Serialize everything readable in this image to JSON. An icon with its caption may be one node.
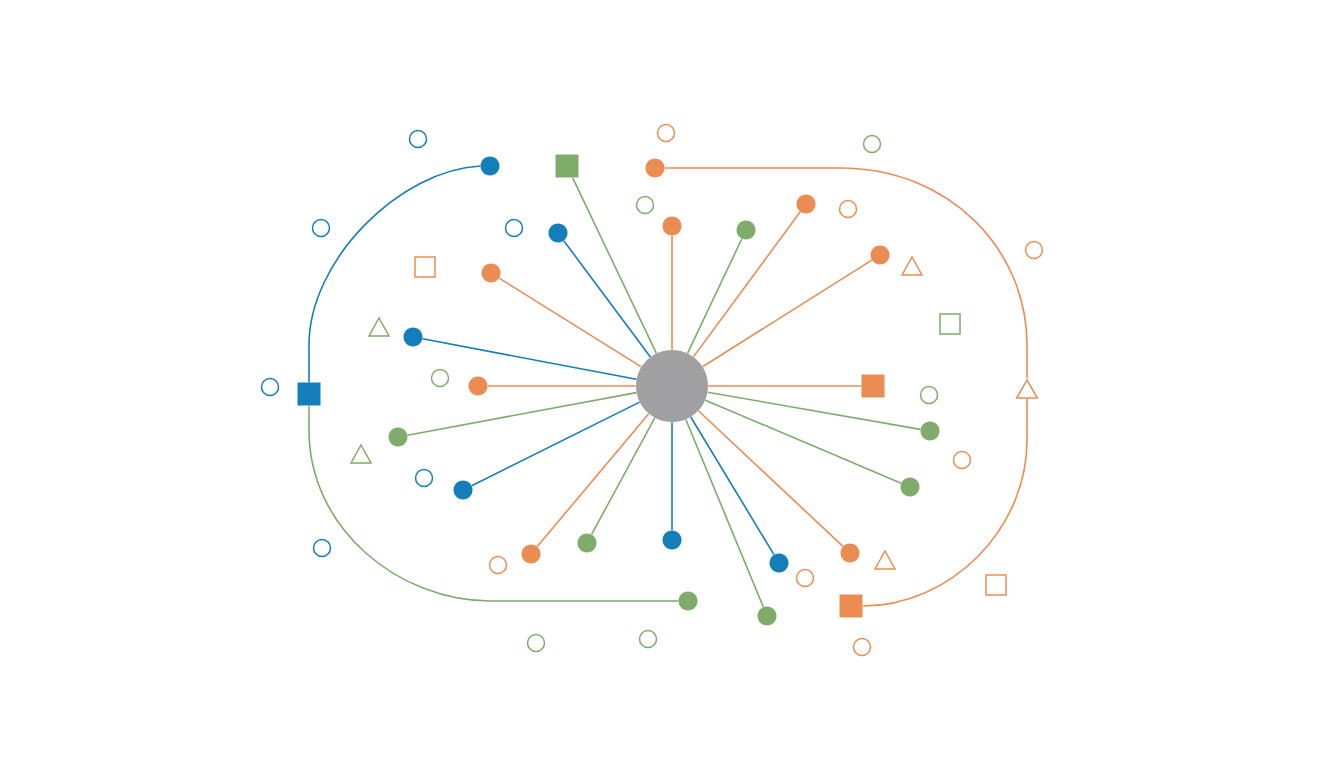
{
  "diagram": {
    "nodes": [
      {
        "text": [],
        "shape": "circle"
      },
      {
        "text": [],
        "shape": "circle"
      },
      {
        "text": [],
        "shape": "box"
      },
      {
        "text": [],
        "shape": "circle"
      },
      {
        "text": [],
        "shape": "box"
      },
      {
        "text": [],
        "shape": "circle"
      },
      {
        "text": [],
        "shape": "triangle"
      },
      {
        "text": [],
        "shape": "box"
      },
      {
        "text": [],
        "shape": "circle"
      },
      {
        "text": [],
        "shape": "circle"
      },
      {
        "text": [],
        "shape": "circle"
      },
      {
        "text": [],
        "shape": "circle"
      },
      {
        "text": [],
        "shape": "circle"
      },
      {
        "text": [],
        "shape": "circle"
      },
      {
        "text": [],
        "shape": "circle"
      },
      {
        "text": [],
        "shape": "circle"
      },
      {
        "text": [],
        "shape": "circle"
      },
      {
        "text": [],
        "shape": "circle"
      },
      {
        "text": [],
        "shape": "circle"
      },
      {
        "text": [],
        "shape": "circle"
      },
      {
        "text": [],
        "shape": "circle"
      },
      {
        "text": [],
        "shape": "circle"
      },
      {
        "text": [],
        "shape": "box"
      },
      {
        "text": [],
        "shape": "circle"
      },
      {
        "text": [],
        "shape": "circle"
      },
      {
        "text": [],
        "shape": "circle"
      },
      {
        "text": [],
        "shape": "circle"
      }
    ],
    "edges": [
      {
        "from": 1,
        "to": 2,
        "arrow": "none",
        "color": "#137eb9"
      },
      {
        "from": 2,
        "to": 3,
        "arrow": "none",
        "color": "#7fac6a"
      },
      {
        "from": 5,
        "to": 6,
        "arrow": "none",
        "color": "#eb8c52"
      },
      {
        "from": 6,
        "to": 7,
        "arrow": "none",
        "color": "#eb8c52"
      },
      {
        "from": 0,
        "to": 4,
        "arrow": "none",
        "color": "#7fac6a"
      },
      {
        "from": 0,
        "to": 8,
        "arrow": "none",
        "color": "#137eb9"
      },
      {
        "from": 0,
        "to": 9,
        "arrow": "none",
        "color": "#eb8c52"
      },
      {
        "from": 0,
        "to": 10,
        "arrow": "none",
        "color": "#137eb9"
      },
      {
        "from": 0,
        "to": 11,
        "arrow": "none",
        "color": "#eb8c52"
      },
      {
        "from": 0,
        "to": 12,
        "arrow": "none",
        "color": "#7fac6a"
      },
      {
        "from": 0,
        "to": 13,
        "arrow": "none",
        "color": "#137eb9"
      },
      {
        "from": 0,
        "to": 14,
        "arrow": "none",
        "color": "#eb8c52"
      },
      {
        "from": 0,
        "to": 15,
        "arrow": "none",
        "color": "#7fac6a"
      },
      {
        "from": 0,
        "to": 16,
        "arrow": "none",
        "color": "#137eb9"
      },
      {
        "from": 0,
        "to": 17,
        "arrow": "none",
        "color": "#7fac6a"
      },
      {
        "from": 0,
        "to": 18,
        "arrow": "none",
        "color": "#137eb9"
      },
      {
        "from": 0,
        "to": 19,
        "arrow": "none",
        "color": "#eb8c52"
      },
      {
        "from": 0,
        "to": 20,
        "arrow": "none",
        "color": "#7fac6a"
      },
      {
        "from": 0,
        "to": 21,
        "arrow": "none",
        "color": "#7fac6a"
      },
      {
        "from": 0,
        "to": 22,
        "arrow": "none",
        "color": "#eb8c52"
      },
      {
        "from": 0,
        "to": 23,
        "arrow": "none",
        "color": "#eb8c52"
      },
      {
        "from": 0,
        "to": 24,
        "arrow": "none",
        "color": "#eb8c52"
      },
      {
        "from": 0,
        "to": 25,
        "arrow": "none",
        "color": "#7fac6a"
      },
      {
        "from": 0,
        "to": 26,
        "arrow": "none",
        "color": "#eb8c52"
      }
    ]
  }
}
